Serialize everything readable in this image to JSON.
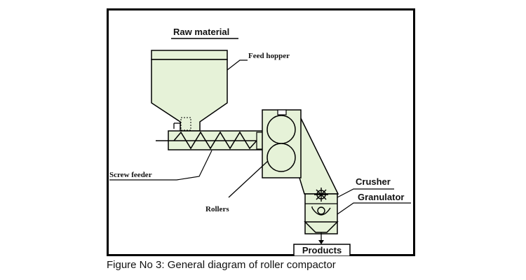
{
  "labels": {
    "raw_material": "Raw material",
    "feed_hopper": "Feed hopper",
    "screw_feeder": "Screw feeder",
    "rollers": "Rollers",
    "crusher": "Crusher",
    "granulator": "Granulator",
    "products": "Products"
  },
  "caption": "Figure No 3: General diagram of roller compactor",
  "colors": {
    "equipment_fill": "#e6f2d8",
    "stroke": "#000000"
  }
}
